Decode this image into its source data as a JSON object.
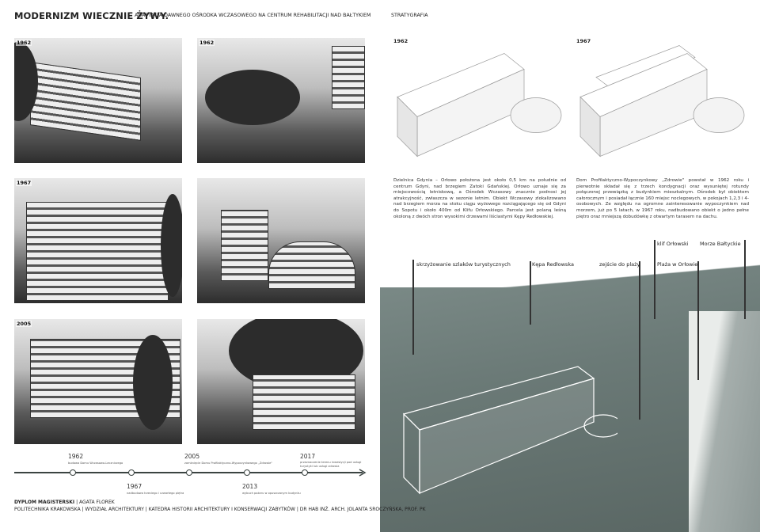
{
  "header": {
    "title": "MODERNIZM WIECZNIE ŻYWY.",
    "subtitle": "ADAPTACJA DAWNEGO OŚRODKA WCZASOWEGO NA CENTRUM REHABILITACJI NAD BAŁTYKIEM",
    "section": "STRATYGRAFIA"
  },
  "photos": [
    {
      "label": "1962"
    },
    {
      "label": "1962"
    },
    {
      "label": "1967"
    },
    {
      "label": ""
    },
    {
      "label": "2005"
    },
    {
      "label": ""
    }
  ],
  "stratigraphy": [
    {
      "label": "1962"
    },
    {
      "label": "1967"
    }
  ],
  "paragraphs": [
    "Dzielnica Gdynia – Orłowo położona jest około 0,5 km na południe od centrum Gdyni, nad brzegiem Zatoki Gdańskiej. Orłowo uznaje się za miejscowością letniskową, a Ośrodek Wczasowy znacznie podnosi jej atrakcyjność, zwłaszcza w sezonie letnim. Obiekt Wczasowy zlokalizowano nad brzegiem morza na stoku ciągu wyżowego rozciągającego się od Gdyni do Sopotu i około 400m od Klifu Orłowskiego. Parcela jest polaną leśną okoloną z dwóch stron wysokimi drzewami liściastymi Kępy Redłowskiej.",
    "Dom Profilaktyczno-Wypoczynkowy „Zdrowie\" powstał w 1962 roku i pierwotnie składał się z trzech kondygnacji oraz wysuniętej rotundy połączonej przewiązką z budynkiem mieszkalnym. Ośrodek był obiektem całorocznym i posiadał łącznie 160 miejsc noclegowych, w pokojach 1,2,3 i 4-osobowych. Ze względu na ogromne zainteresowanie wypoczynkiem nad morzem, już po 5 latach, w 1967 roku, nadbudowano obiekt o jedno pełne piętro oraz mniejszą dobudówkę z otwartym tarasem na dachu."
  ],
  "aerial_labels": [
    "skrzyżowanie szlaków turystycznych",
    "Kępa Redłowska",
    "zejście do plaży",
    "klif Orłowski",
    "Plaża w Orłowie",
    "Morze Bałtyckie"
  ],
  "timeline": [
    {
      "year": "1962",
      "caption": "budowa Domu Wczasowo-Leczniczego"
    },
    {
      "year": "1967",
      "caption": "nadbudowa trzeciego i czwartego piętra"
    },
    {
      "year": "2005",
      "caption": "zamknięcie Domu Profilaktyczno-Wypoczynkowego „Zdrowie\""
    },
    {
      "year": "2013",
      "caption": "wybuch pożaru w opuszczonym budynku"
    },
    {
      "year": "2017",
      "caption": "przeznaczenie terenu inwestycji pod usługi turystyki lub usługi zdrowia"
    }
  ],
  "footer": {
    "bold": "DYPLOM MAGISTERSKI",
    "author": " | AGATA FLOREK",
    "line2": "POLITECHNIKA KRAKOWSKA  |  WYDZIAŁ ARCHITEKTURY  |  KATEDRA HISTORII ARCHITEKTURY I KONSERWACJI ZABYTKÓW  |  DR HAB INŻ. ARCH. JOLANTA SROCZYŃSKA, PROF. PK"
  }
}
